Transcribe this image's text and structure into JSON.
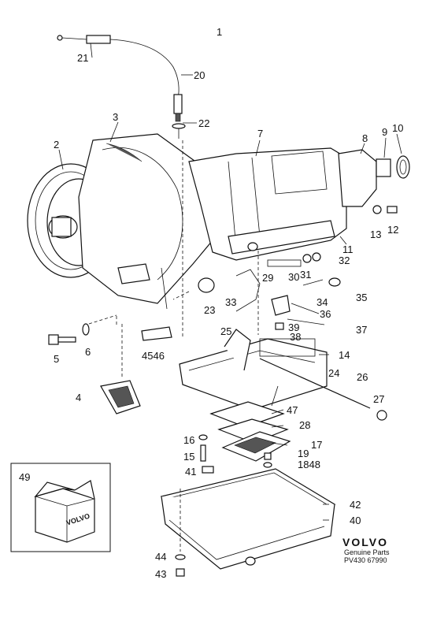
{
  "callouts": {
    "c1": "1",
    "c2": "2",
    "c3": "3",
    "c4": "4",
    "c5": "5",
    "c6": "6",
    "c7": "7",
    "c8": "8",
    "c9": "9",
    "c10": "10",
    "c11": "11",
    "c12": "12",
    "c13": "13",
    "c14": "14",
    "c15": "15",
    "c16": "16",
    "c17": "17",
    "c18": "1848",
    "c19": "19",
    "c20": "20",
    "c21": "21",
    "c22": "22",
    "c23": "23",
    "c24": "24",
    "c25": "25",
    "c26": "26",
    "c27": "27",
    "c28": "28",
    "c29": "29",
    "c30": "30",
    "c31": "31",
    "c32": "32",
    "c33": "33",
    "c34": "34",
    "c35": "35",
    "c36": "36",
    "c37": "37",
    "c38": "38",
    "c39": "39",
    "c40": "40",
    "c41": "41",
    "c42": "42",
    "c43": "43",
    "c44": "44",
    "c45": "4546",
    "c47": "47",
    "c49": "49"
  },
  "kit_box": {
    "label": "VOLVO"
  },
  "branding": {
    "logo": "VOLVO",
    "tagline": "Genuine Parts",
    "code": "PV430 67990"
  }
}
